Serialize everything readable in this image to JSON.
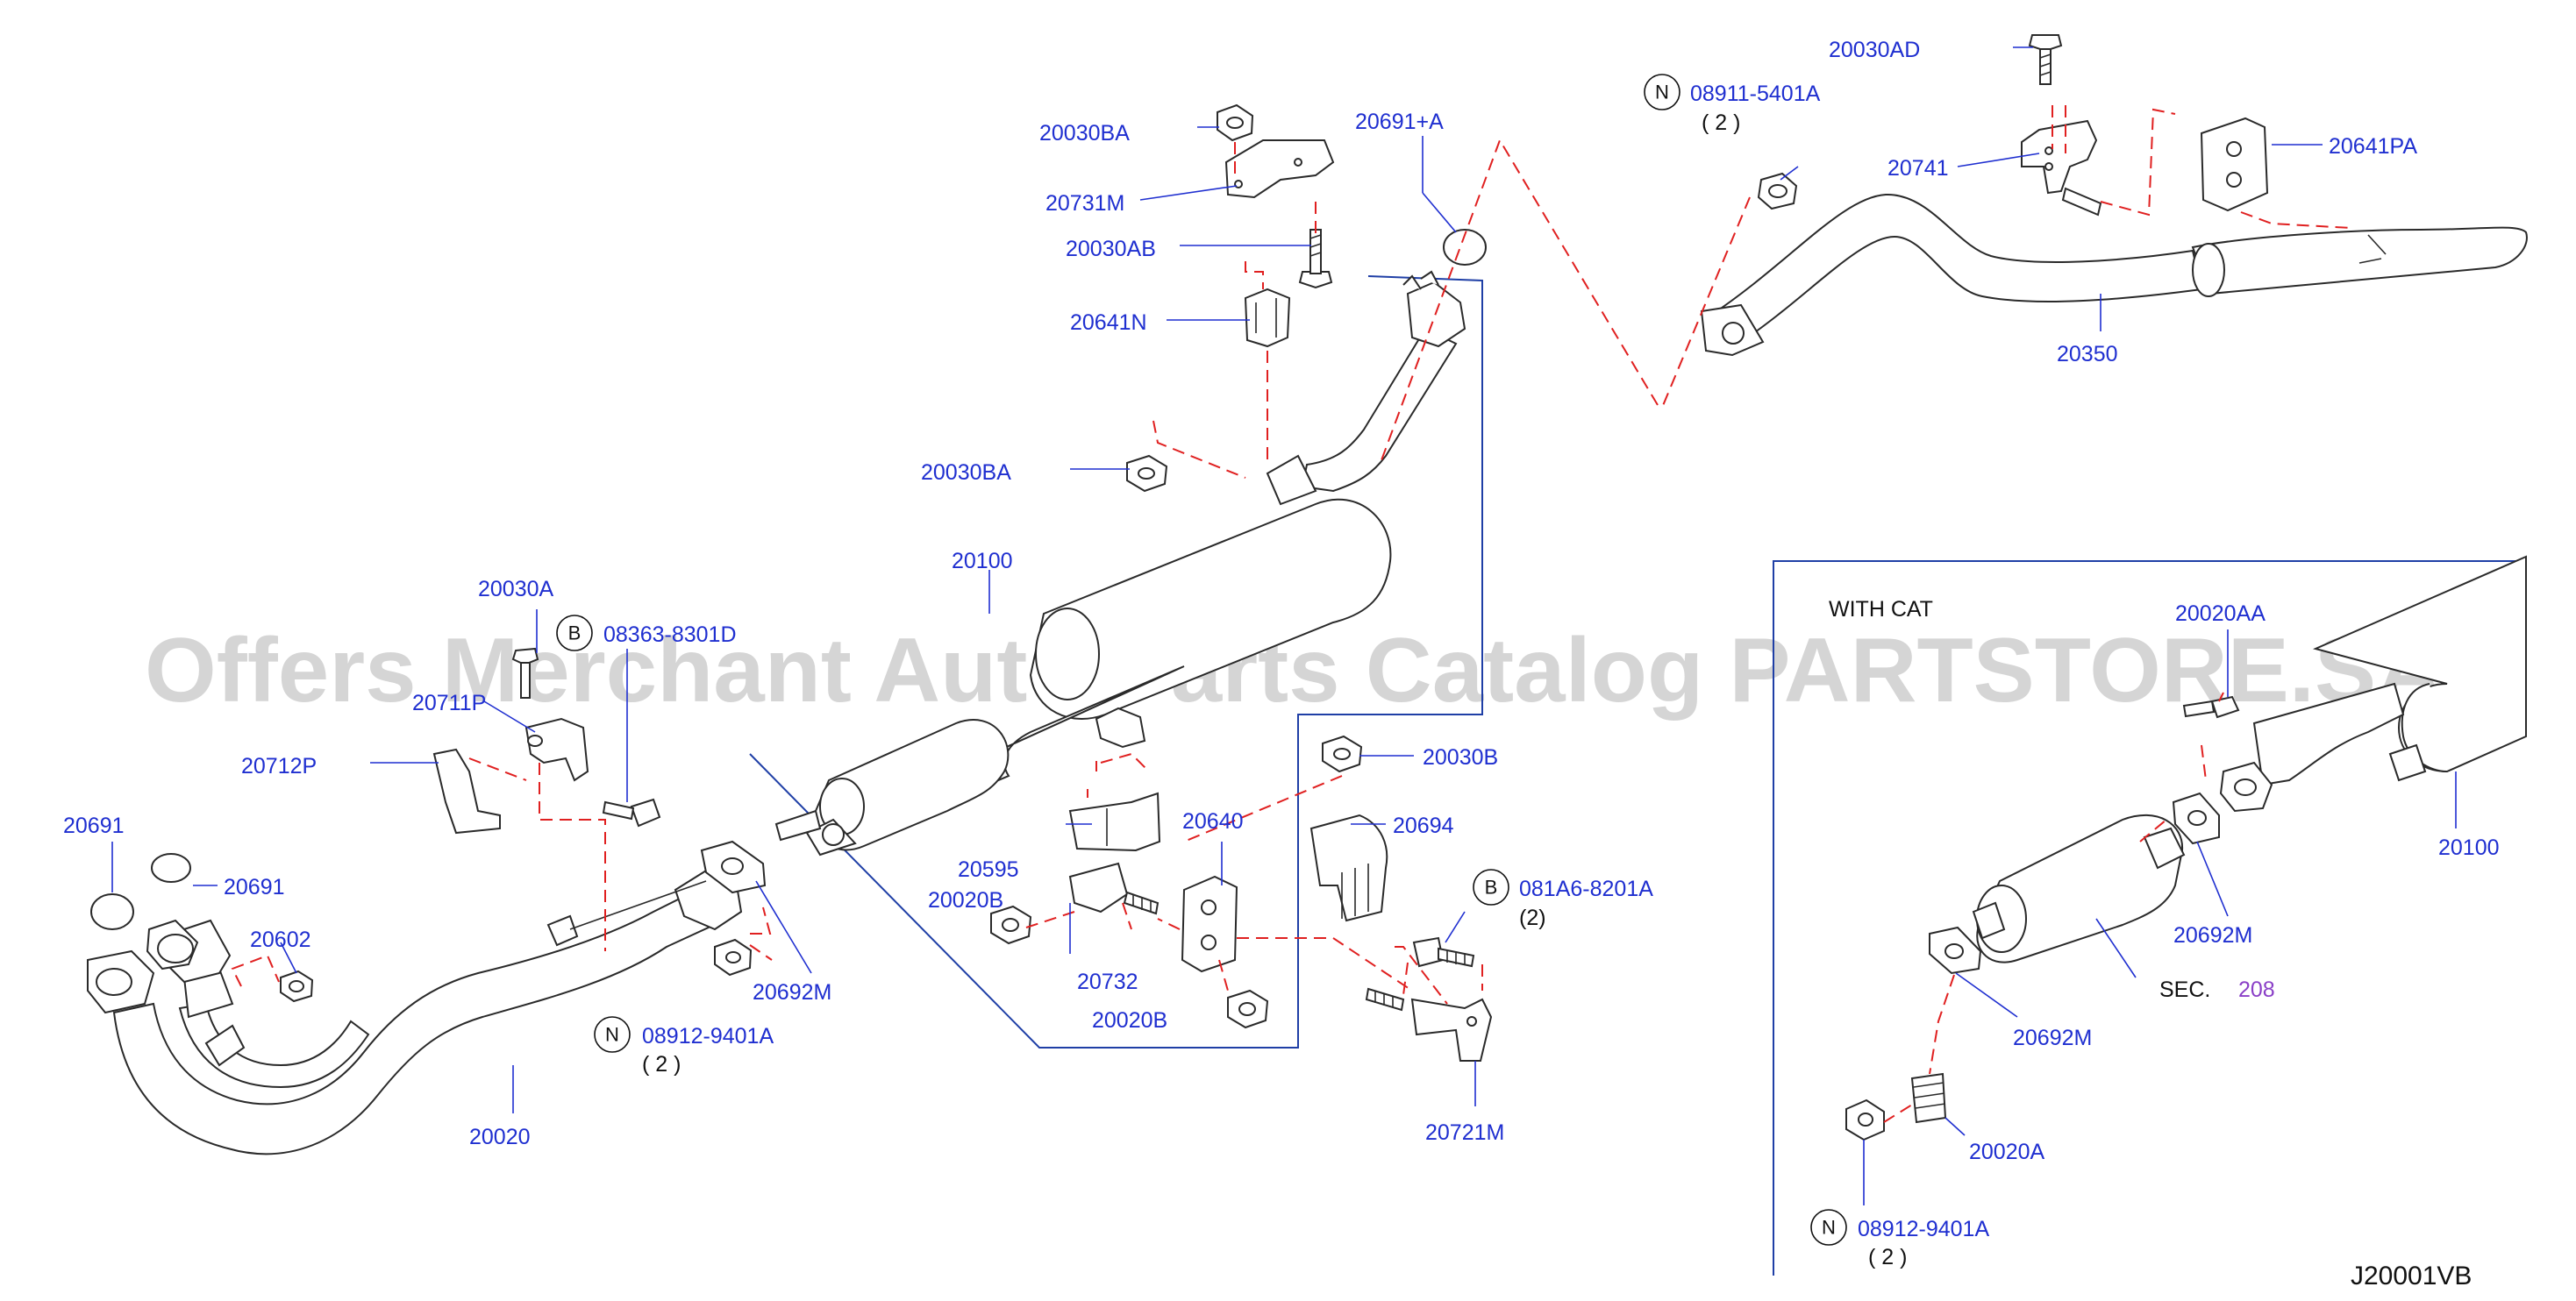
{
  "diagram_code": "J20001VB",
  "watermark": "Offers Merchant Auto Parts Catalog PARTSTORE.SA",
  "inset": {
    "title": "WITH   CAT",
    "sec_label": "SEC.",
    "sec_number": "208"
  },
  "labels": {
    "p20030ad": "20030AD",
    "sym_n1": "N",
    "p08911_5401a": "08911-5401A",
    "q08911": "( 2 )",
    "p20741": "20741",
    "p20641pa": "20641PA",
    "p20350": "20350",
    "p20030ba_top": "20030BA",
    "p20691a": "20691+A",
    "p20731m": "20731M",
    "p20030ab": "20030AB",
    "p20641n": "20641N",
    "p20030ba_mid": "20030BA",
    "p20100": "20100",
    "p20030a": "20030A",
    "sym_b1": "B",
    "p08363_8301d": "08363-8301D",
    "p20711p": "20711P",
    "p20712p": "20712P",
    "p20691_left": "20691",
    "p20691_mid": "20691",
    "p20602": "20602",
    "p20692m_main": "20692M",
    "sym_n2": "N",
    "p08912_9401a_main": "08912-9401A",
    "q08912_main": "( 2 )",
    "p20020": "20020",
    "p20030b": "20030B",
    "p20640": "20640",
    "p20694": "20694",
    "p20595": "20595",
    "p20020b_left": "20020B",
    "p20732": "20732",
    "p20020b_right": "20020B",
    "sym_b2": "B",
    "p081a6_8201a": "081A6-8201A",
    "q081a6": "(2)",
    "p20721m": "20721M",
    "p20020aa": "20020AA",
    "p20100_cat": "20100",
    "p20692m_cat1": "20692M",
    "p20692m_cat2": "20692M",
    "p20020a": "20020A",
    "sym_n3": "N",
    "p08912_9401a_cat": "08912-9401A",
    "q08912_cat": "( 2 )"
  },
  "colors": {
    "label": "#1f2fd0",
    "dashed_line": "#e02020",
    "boundary": "#1f3fa6",
    "sec_number": "#8a3fc7"
  }
}
